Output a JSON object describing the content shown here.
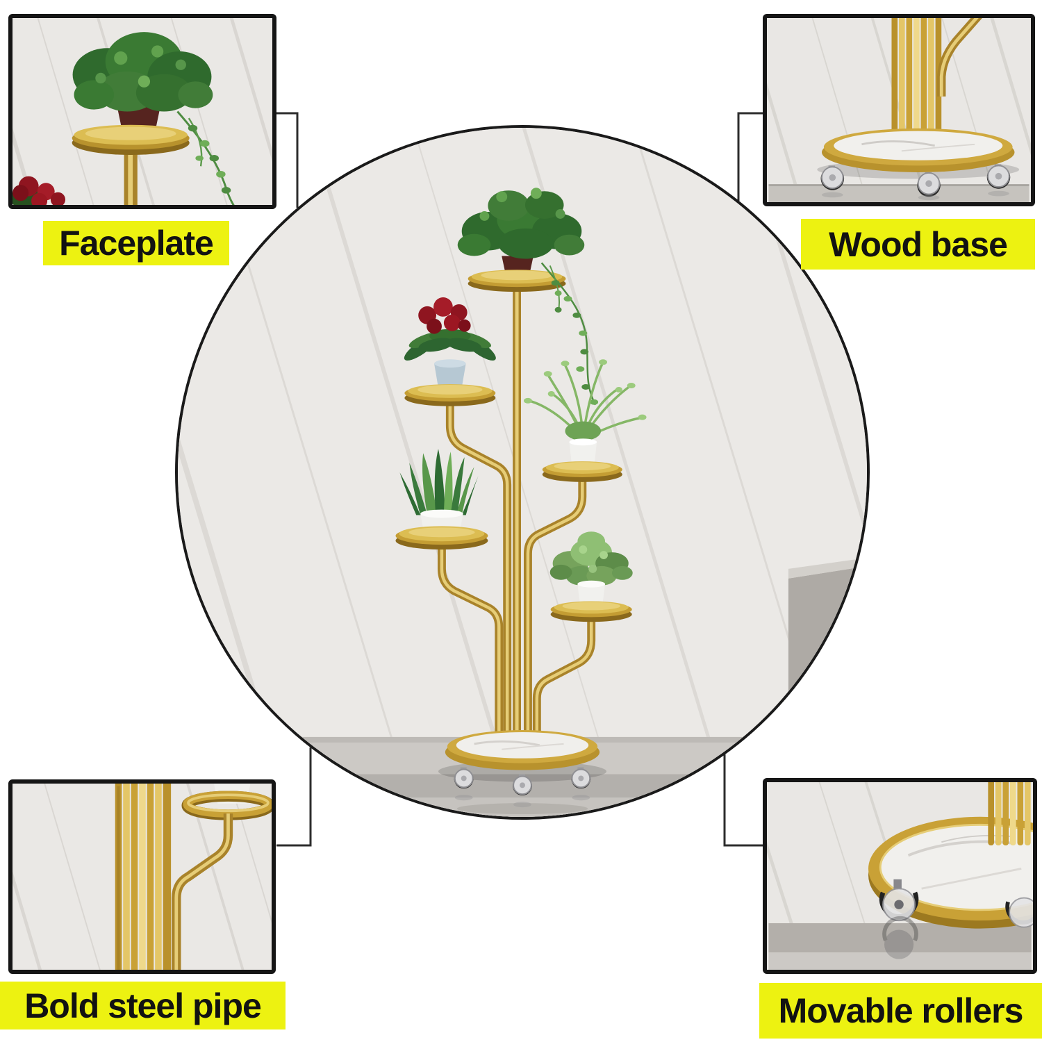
{
  "callouts": [
    {
      "id": "faceplate",
      "label": "Faceplate"
    },
    {
      "id": "wood-base",
      "label": "Wood base"
    },
    {
      "id": "bold-steel-pipe",
      "label": "Bold steel pipe"
    },
    {
      "id": "movable-rollers",
      "label": "Movable rollers"
    }
  ],
  "colors": {
    "highlight_bg": "#edf211",
    "label_text": "#121212",
    "frame_black": "#151515",
    "connector": "#2c2c2c",
    "gold": "#c9a136",
    "gold_light": "#e7cb72",
    "gold_dark": "#8a691c",
    "marble_wall": "#ebe9e6",
    "floor_gray": "#c6c3be",
    "plant_green_dark": "#2f6a2d",
    "plant_green_light": "#8fbf74",
    "flower_red": "#8f1520",
    "pot_blue": "#b6c8d3",
    "pot_white": "#f1f1ee",
    "pot_maroon": "#56241f"
  }
}
